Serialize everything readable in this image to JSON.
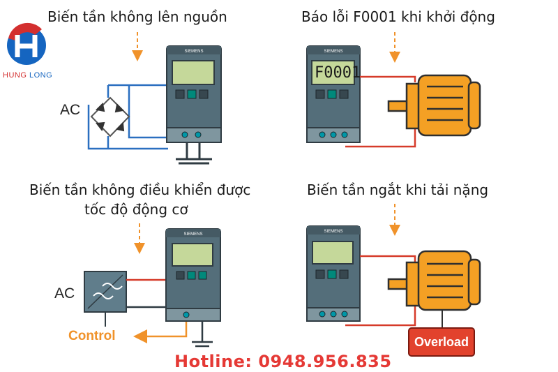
{
  "brand": {
    "name_part1": "HUNG",
    "name_part2": "LONG"
  },
  "panels": {
    "p1": {
      "title": "Biến tần không lên nguồn",
      "source_label": "AC"
    },
    "p2": {
      "title": "Báo lỗi F0001 khi khởi động",
      "display": "F0001"
    },
    "p3": {
      "title_line1": "Biến tần không điều khiển được",
      "title_line2": "tốc độ động cơ",
      "source_label": "AC",
      "control_label": "Control"
    },
    "p4": {
      "title": "Biến tần ngắt khi tải nặng",
      "overload_label": "Overload"
    }
  },
  "hotline": "Hotline: 0948.956.835",
  "colors": {
    "frame": "#546e7a",
    "screen": "#c5d89a",
    "motor": "#f4a024",
    "wire_red": "#d63b2a",
    "wire_blue": "#2a6fc0",
    "arrow": "#f0922a",
    "overload": "#e2422d"
  }
}
